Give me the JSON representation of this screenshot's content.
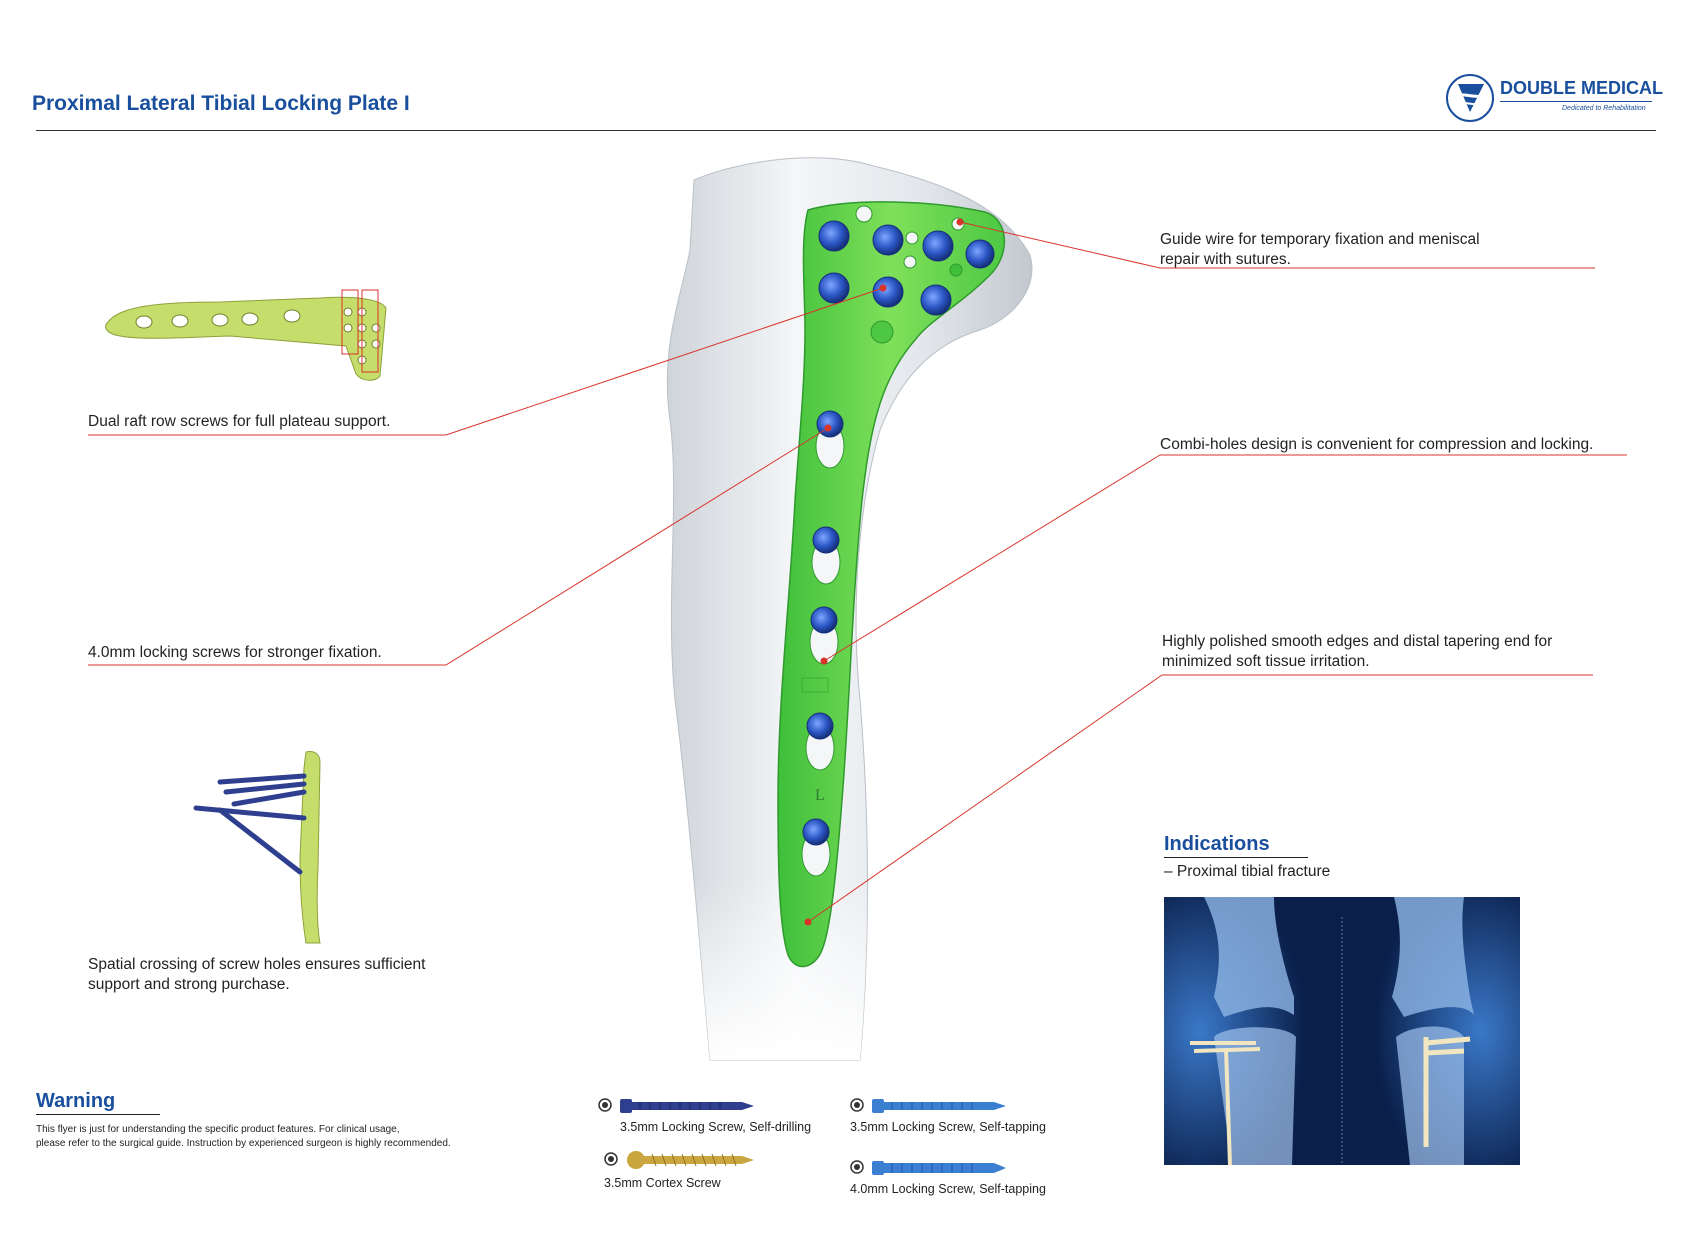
{
  "header": {
    "title": "Proximal Lateral Tibial Locking Plate I",
    "logo_name": "DOUBLE MEDICAL",
    "logo_tagline": "Dedicated to Rehabilitation"
  },
  "features": {
    "guide_wire_line1": "Guide wire for temporary fixation and meniscal",
    "guide_wire_line2": "repair with sutures.",
    "dual_raft": "Dual raft row screws for full plateau support.",
    "combi_holes": "Combi-holes design is convenient for compression and locking.",
    "locking_screws": "4.0mm locking screws for stronger fixation.",
    "polished_line1": "Highly polished smooth edges and distal tapering end for",
    "polished_line2": "minimized soft tissue irritation.",
    "spatial_line1": "Spatial crossing of screw holes ensures sufficient",
    "spatial_line2": "support and strong purchase."
  },
  "plate_marking": "L",
  "indications": {
    "heading": "Indications",
    "item": "– Proximal tibial fracture"
  },
  "warning": {
    "heading": "Warning",
    "line1": "This flyer is just for understanding the specific product features. For clinical usage,",
    "line2": "please refer to the surgical guide. Instruction by experienced surgeon is highly recommended."
  },
  "screws": [
    {
      "label": "3.5mm Locking Screw, Self-drilling",
      "color": "#2f3f8f"
    },
    {
      "label": "3.5mm Locking Screw, Self-tapping",
      "color": "#3a7fd0"
    },
    {
      "label": "3.5mm Cortex Screw",
      "color": "#c9a640"
    },
    {
      "label": "4.0mm Locking Screw, Self-tapping",
      "color": "#3a7fd0"
    }
  ],
  "colors": {
    "brand_blue": "#1a4f9e",
    "plate_green": "#5fd14a",
    "callout_line": "#d9342b",
    "screw_head_blue": "#2b56c4"
  }
}
